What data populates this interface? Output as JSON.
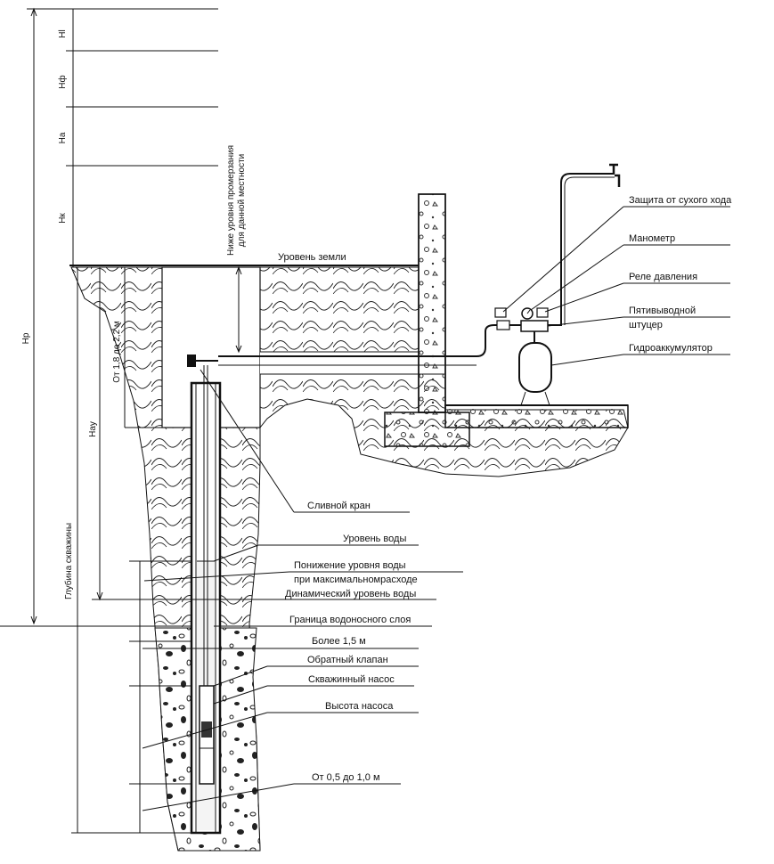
{
  "dimensions": {
    "hl": "Нl",
    "hf": "Нф",
    "ha": "На",
    "hk": "Нк",
    "hr": "Нр",
    "hay": "Нау",
    "freeze_range": "От 1,8 до 2,2 м",
    "well_depth": "Глубина скважины",
    "freeze_note_line1": "Ниже уровня промерзания",
    "freeze_note_line2": "для данной местности"
  },
  "labels": {
    "ground_level": "Уровень земли",
    "dry_run": "Защита от сухого хода",
    "manometer": "Манометр",
    "pressure_relay": "Реле давления",
    "five_way_line1": "Пятивыводной",
    "five_way_line2": "штуцер",
    "accumulator": "Гидроаккумулятор",
    "drain_valve": "Сливной кран",
    "water_level": "Уровень воды",
    "drawdown_line1": "Понижение уровня воды",
    "drawdown_line2": "при максимальномрасходе",
    "dynamic_level": "Динамический уровень воды",
    "aquifer_boundary": "Граница водоносного слоя",
    "more_than": "Более 1,5 м",
    "check_valve": "Обратный клапан",
    "pump": "Скважинный насос",
    "pump_height": "Высота насоса",
    "bottom_gap": "От 0,5 до 1,0 м"
  }
}
